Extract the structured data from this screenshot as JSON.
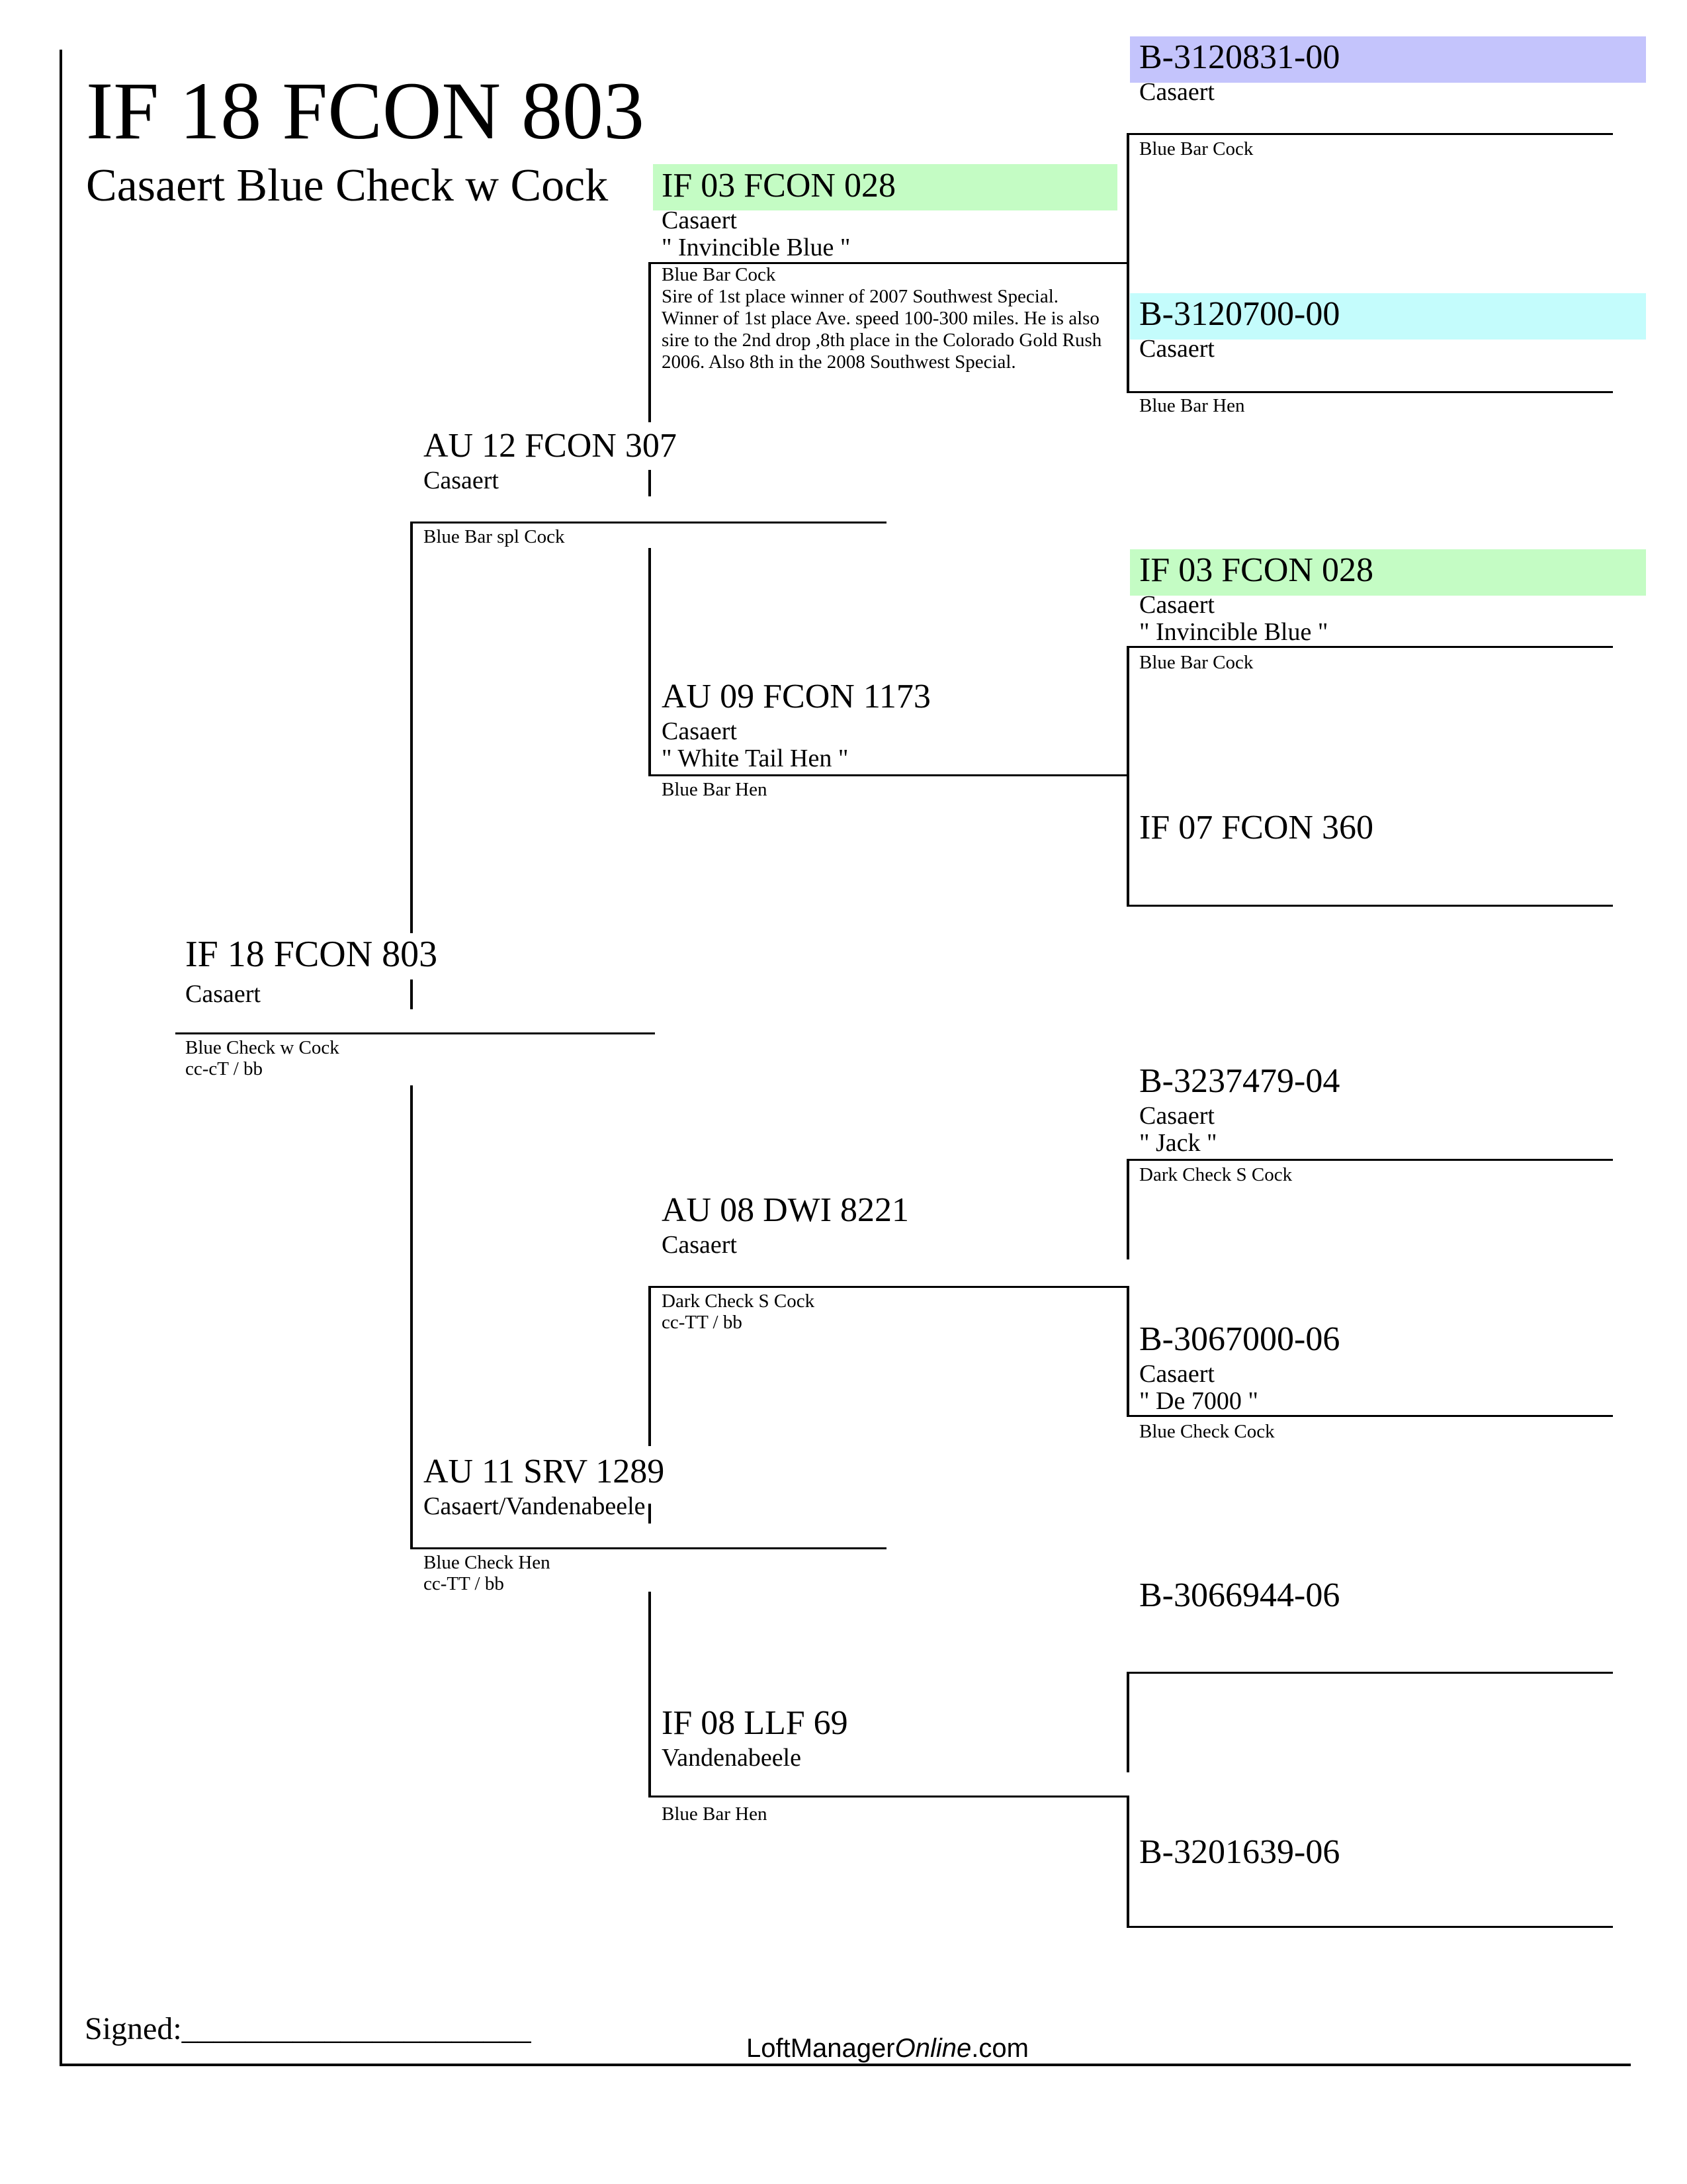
{
  "header": {
    "title": "IF 18 FCON 803",
    "subtitle": "Casaert Blue Check w Cock"
  },
  "subject": {
    "band": "IF 18 FCON 803",
    "strain": "Casaert",
    "color": "Blue Check w Cock",
    "genetics": "cc-cT / bb"
  },
  "sire": {
    "band": "AU 12 FCON 307",
    "strain": "Casaert",
    "color": "Blue Bar spl Cock"
  },
  "dam": {
    "band": "AU 11 SRV 1289",
    "strain": "Casaert/Vandenabeele",
    "color": "Blue Check Hen",
    "genetics": "cc-TT / bb"
  },
  "sire_sire": {
    "band": "IF 03 FCON 028",
    "strain": "Casaert",
    "name": "\" Invincible Blue \"",
    "color": "Blue Bar Cock",
    "notes": "Sire of 1st place winner of 2007 Southwest Special. Winner of 1st place Ave. speed 100-300 miles. He is also sire to the 2nd drop ,8th place in the Colorado Gold Rush 2006. Also 8th in the 2008 Southwest Special."
  },
  "sire_dam": {
    "band": "AU 09 FCON 1173",
    "strain": "Casaert",
    "name": "\" White Tail Hen \"",
    "color": "Blue Bar Hen"
  },
  "dam_sire": {
    "band": "AU 08 DWI 8221",
    "strain": "Casaert",
    "color": "Dark Check S Cock",
    "genetics": "cc-TT / bb"
  },
  "dam_dam": {
    "band": "IF 08 LLF 69",
    "strain": "Vandenabeele",
    "color": "Blue Bar Hen"
  },
  "gen3": [
    {
      "band": "B-3120831-00",
      "strain": "Casaert",
      "color": "Blue Bar Cock"
    },
    {
      "band": "B-3120700-00",
      "strain": "Casaert",
      "color": "Blue Bar Hen"
    },
    {
      "band": "IF 03 FCON 028",
      "strain": "Casaert",
      "name": "\" Invincible Blue \"",
      "color": "Blue Bar Cock"
    },
    {
      "band": "IF 07 FCON 360"
    },
    {
      "band": "B-3237479-04",
      "strain": "Casaert",
      "name": "\" Jack \"",
      "color": "Dark Check S Cock"
    },
    {
      "band": "B-3067000-06",
      "strain": "Casaert",
      "name": "\" De 7000 \"",
      "color": "Blue Check Cock"
    },
    {
      "band": "B-3066944-06"
    },
    {
      "band": "B-3201639-06"
    }
  ],
  "footer": {
    "signed_label": "Signed:______________________",
    "brand_prefix": "LoftManager",
    "brand_italic": "Online",
    "brand_suffix": ".com"
  },
  "colors": {
    "highlight_purple": "#c4c4fc",
    "highlight_green": "#c4fcc4",
    "highlight_cyan": "#c4fcfc"
  }
}
